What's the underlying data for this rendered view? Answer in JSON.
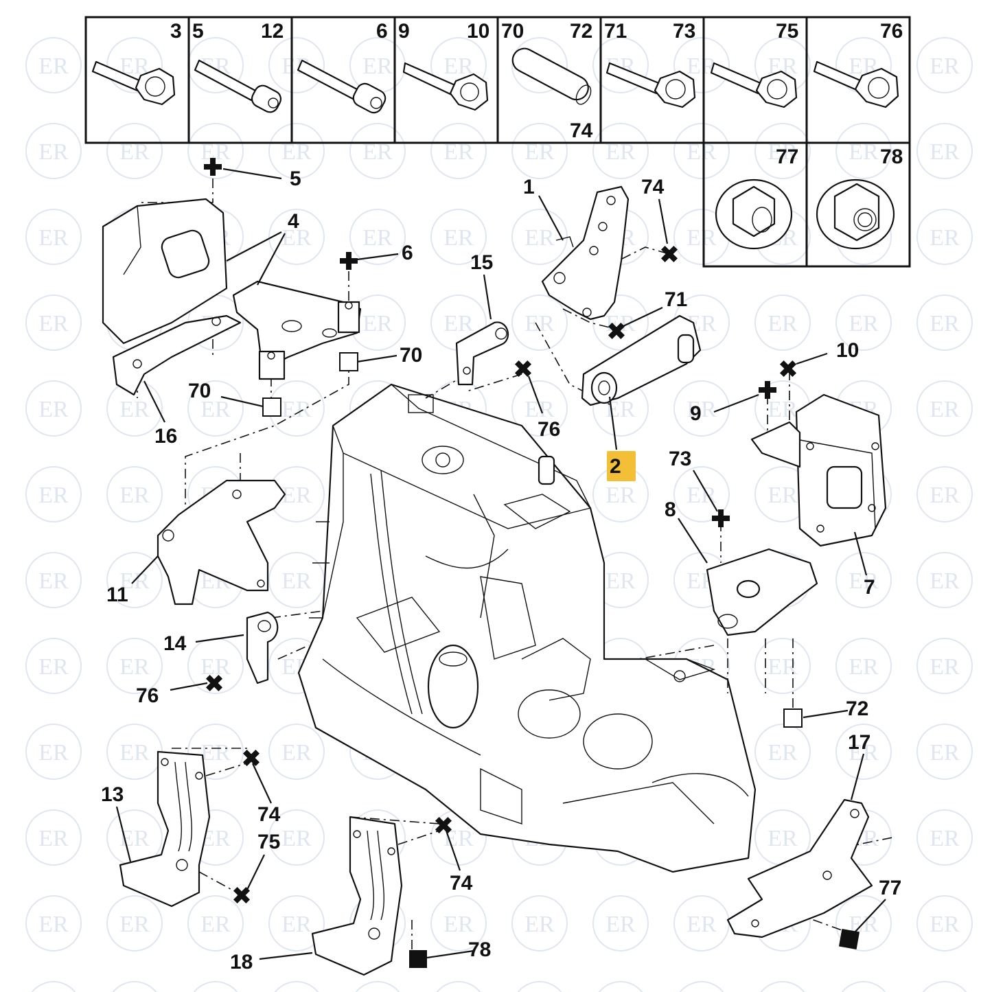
{
  "watermark": {
    "text": "ER",
    "color": "#dfe6f0"
  },
  "highlight_color": "#f3bf36",
  "fastener_box_top": [
    {
      "labels": [
        "3"
      ]
    },
    {
      "labels": [
        "5",
        "12"
      ]
    },
    {
      "labels": [
        "6"
      ]
    },
    {
      "labels": [
        "9",
        "10"
      ]
    },
    {
      "labels": [
        "70",
        "72",
        "74"
      ]
    },
    {
      "labels": [
        "71",
        "73"
      ]
    },
    {
      "labels": [
        "75"
      ]
    },
    {
      "labels": [
        "76"
      ]
    }
  ],
  "fastener_box_bottom": [
    {
      "labels": [
        "77"
      ]
    },
    {
      "labels": [
        "78"
      ]
    }
  ],
  "callouts": [
    "5",
    "4",
    "6",
    "15",
    "1",
    "74",
    "71",
    "10",
    "9",
    "70",
    "70",
    "16",
    "76",
    "2",
    "73",
    "8",
    "7",
    "11",
    "14",
    "76",
    "72",
    "17",
    "13",
    "74",
    "75",
    "74",
    "77",
    "18",
    "78"
  ],
  "highlighted_callout": "2",
  "symbols": {
    "plus": "plus-marker-icon",
    "cross": "cross-marker-icon",
    "open_square": "open-square-marker-icon",
    "filled_square": "filled-square-marker-icon"
  }
}
